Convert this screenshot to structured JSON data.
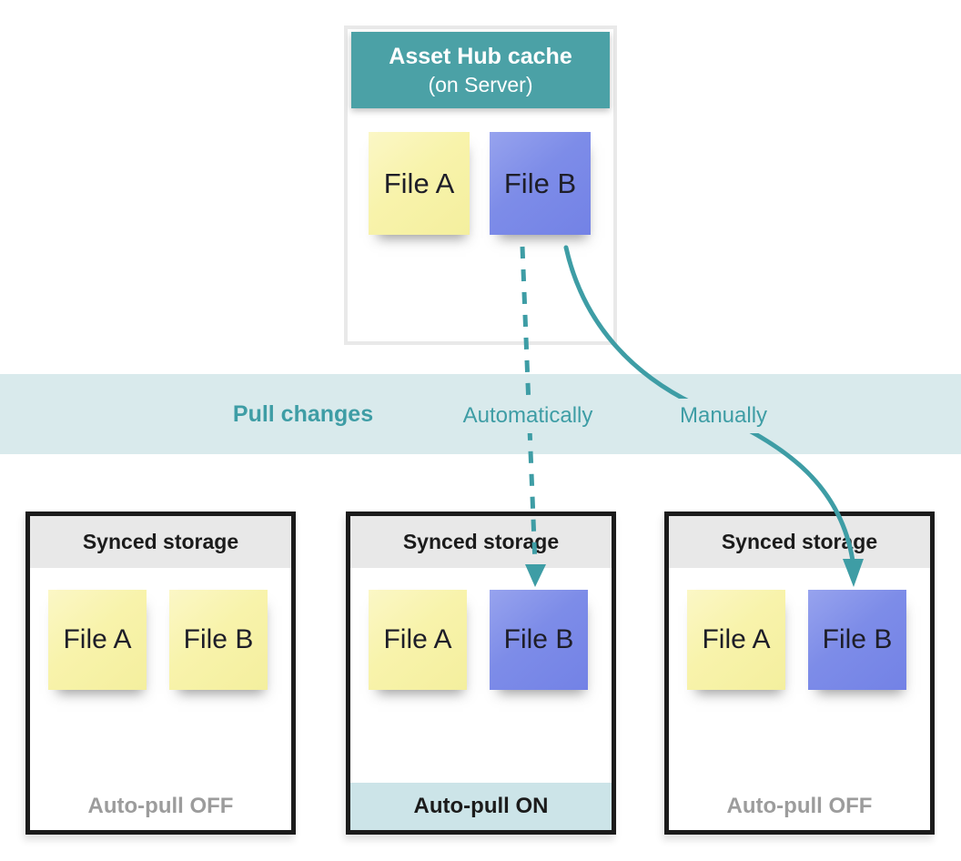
{
  "cache": {
    "title": "Asset Hub cache",
    "subtitle": "(on Server)",
    "files": [
      {
        "label": "File A",
        "color": "yellow"
      },
      {
        "label": "File B",
        "color": "blue"
      }
    ]
  },
  "band": {
    "title": "Pull changes",
    "options": [
      {
        "label": "Automatically",
        "arrow": "dashed"
      },
      {
        "label": "Manually",
        "arrow": "solid"
      }
    ]
  },
  "storages": [
    {
      "header": "Synced storage",
      "files": [
        {
          "label": "File A",
          "color": "yellow"
        },
        {
          "label": "File B",
          "color": "yellow"
        }
      ],
      "footer": "Auto-pull OFF",
      "footer_state": "off"
    },
    {
      "header": "Synced storage",
      "files": [
        {
          "label": "File A",
          "color": "yellow"
        },
        {
          "label": "File B",
          "color": "blue"
        }
      ],
      "footer": "Auto-pull ON",
      "footer_state": "on"
    },
    {
      "header": "Synced storage",
      "files": [
        {
          "label": "File A",
          "color": "yellow"
        },
        {
          "label": "File B",
          "color": "blue"
        }
      ],
      "footer": "Auto-pull OFF",
      "footer_state": "off"
    }
  ],
  "colors": {
    "teal_header": "#4ba1a6",
    "teal_accent": "#3e9da5",
    "band_background": "#d9eaec",
    "autopull_on_background": "#cce4e8",
    "storage_header_gray": "#e8e8e8",
    "box_border_black": "#1b1b1b",
    "muted_gray_text": "#9c9c9c",
    "note_yellow": "#f7f2a3",
    "note_blue": "#7c8be8"
  }
}
